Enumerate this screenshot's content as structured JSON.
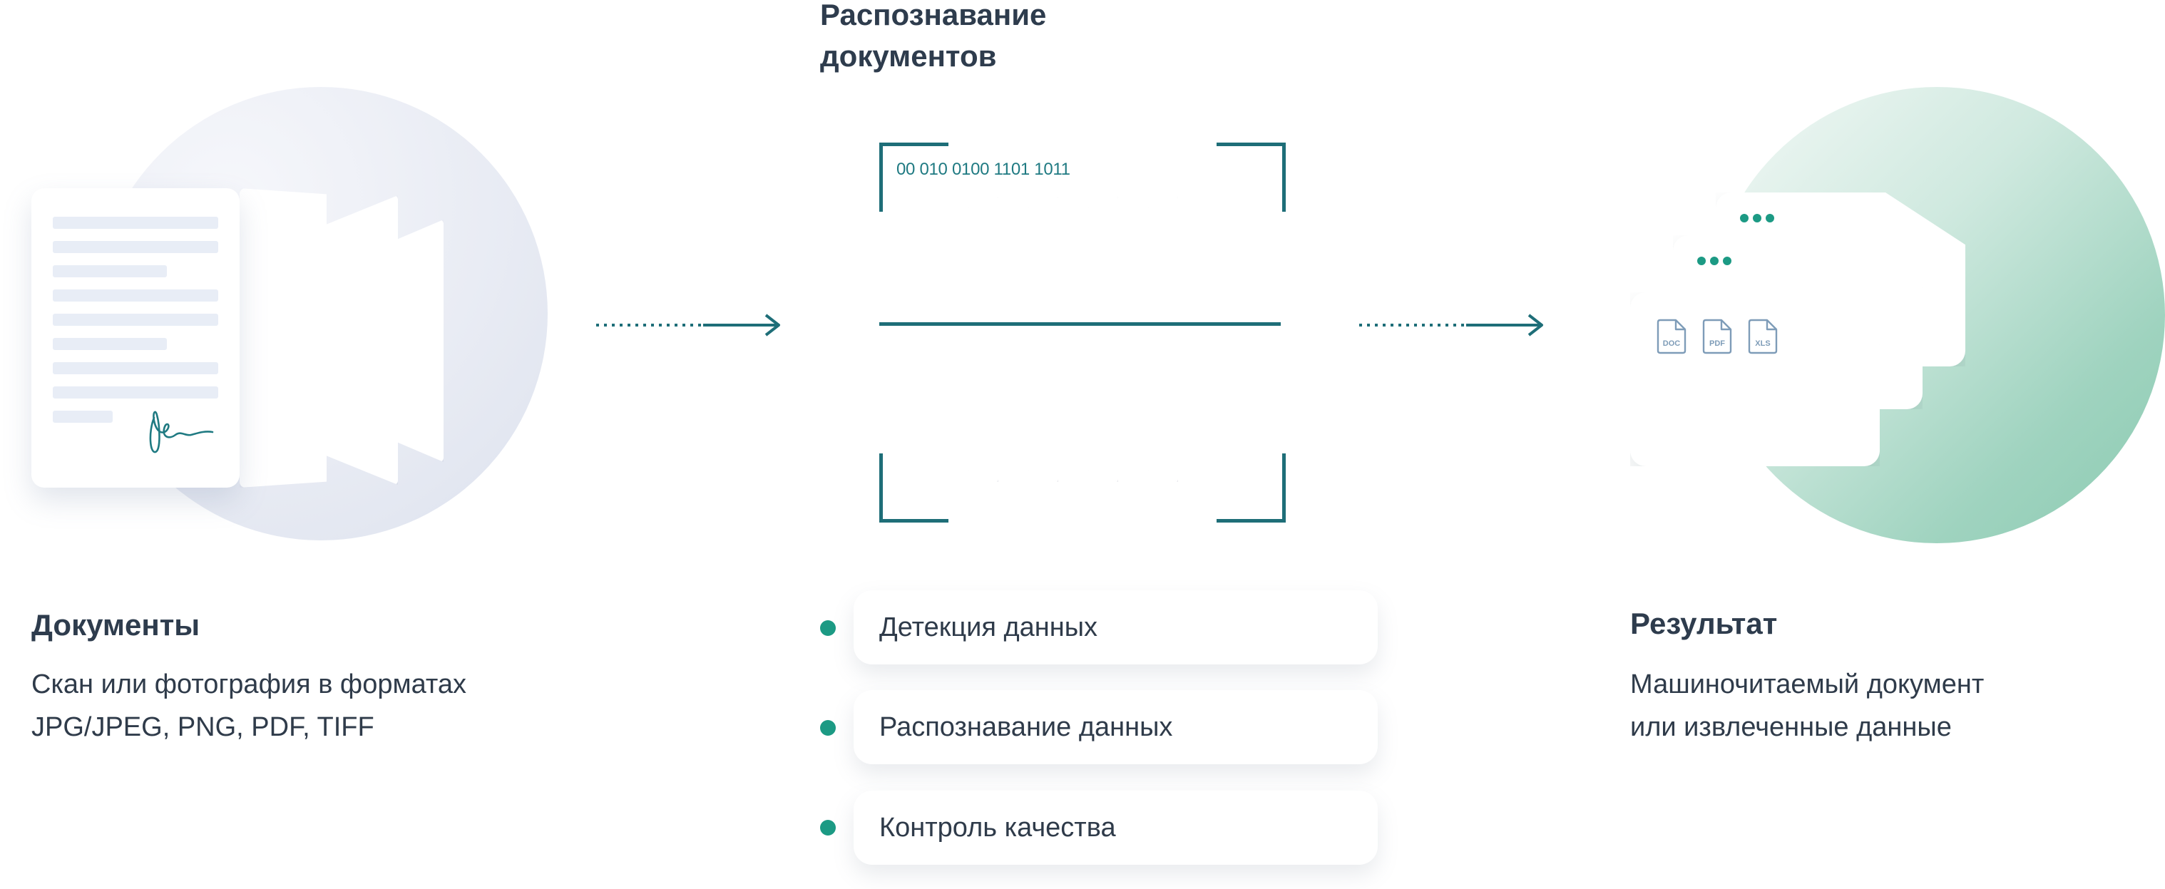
{
  "left": {
    "title": "Документы",
    "description_lines": [
      "Скан или фотография в форматах",
      "JPG/JPEG, PNG, PDF, TIFF"
    ]
  },
  "middle": {
    "title_lines": [
      "Распознавание",
      "документов"
    ],
    "binary_text": "00 010 0100 1101 1011",
    "steps": [
      "Детекция данных",
      "Распознавание данных",
      "Контроль качества"
    ]
  },
  "right": {
    "title": "Результат",
    "description_lines": [
      "Машиночитаемый документ",
      "или извлеченные данные"
    ],
    "file_types": [
      "DOC",
      "PDF",
      "XLS"
    ]
  },
  "colors": {
    "teal_dark": "#1e6e78",
    "teal_green": "#1c9a84",
    "text": "#2f3b4a",
    "file_icon": "#7e9cb8"
  }
}
